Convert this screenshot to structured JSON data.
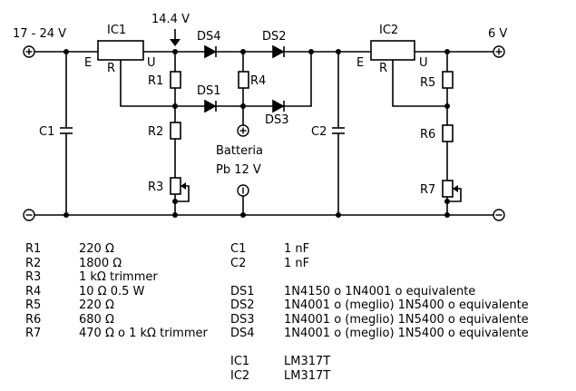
{
  "schematic": {
    "input_label": "17 - 24 V",
    "output_label": "6 V",
    "charge_voltage_label": "14.4 V",
    "battery_label_line1": "Batteria",
    "battery_label_line2": "Pb 12 V",
    "ic1": {
      "name": "IC1",
      "pin_in": "E",
      "pin_adj": "R",
      "pin_out": "U"
    },
    "ic2": {
      "name": "IC2",
      "pin_in": "E",
      "pin_adj": "R",
      "pin_out": "U"
    },
    "resistors": [
      "R1",
      "R2",
      "R3",
      "R4",
      "R5",
      "R6",
      "R7"
    ],
    "capacitors": [
      "C1",
      "C2"
    ],
    "diodes": [
      "DS1",
      "DS2",
      "DS3",
      "DS4"
    ],
    "terminal_icons": {
      "positive": "plus-terminal-icon",
      "negative": "minus-terminal-icon",
      "battery_negative": "battery-minus-terminal-icon"
    }
  },
  "bom": {
    "resistors": [
      {
        "ref": "R1",
        "value": "220 Ω"
      },
      {
        "ref": "R2",
        "value": "1800 Ω"
      },
      {
        "ref": "R3",
        "value": "1 kΩ trimmer"
      },
      {
        "ref": "R4",
        "value": "10 Ω 0.5 W"
      },
      {
        "ref": "R5",
        "value": "220 Ω"
      },
      {
        "ref": "R6",
        "value": "680 Ω"
      },
      {
        "ref": "R7",
        "value": "470 Ω o 1 kΩ trimmer"
      }
    ],
    "capacitors": [
      {
        "ref": "C1",
        "value": "1 nF"
      },
      {
        "ref": "C2",
        "value": "1 nF"
      }
    ],
    "diodes": [
      {
        "ref": "DS1",
        "value": "1N4150 o 1N4001 o equivalente"
      },
      {
        "ref": "DS2",
        "value": "1N4001 o (meglio) 1N5400 o equivalente"
      },
      {
        "ref": "DS3",
        "value": "1N4001 o (meglio) 1N5400 o equivalente"
      },
      {
        "ref": "DS4",
        "value": "1N4001 o (meglio) 1N5400 o equivalente"
      }
    ],
    "ics": [
      {
        "ref": "IC1",
        "value": "LM317T"
      },
      {
        "ref": "IC2",
        "value": "LM317T"
      }
    ]
  }
}
